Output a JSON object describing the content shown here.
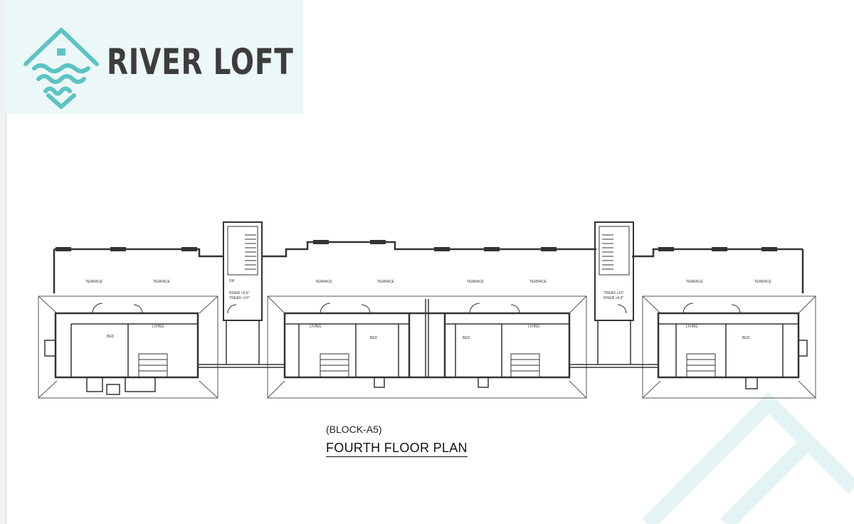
{
  "brand": {
    "name": "RIVER LOFT",
    "logo_icon": "wave-house-icon",
    "colors": {
      "logo": "#5cc3c4",
      "brand_text": "#3d3d3d",
      "header_band": "#ecf7f8"
    }
  },
  "plan": {
    "block_label": "(BLOCK-A5)",
    "title": "FOURTH FLOOR PLAN",
    "rooms": {
      "terrace": "TERRACE",
      "bed": "BED",
      "living": "LIVING",
      "dn": "DN",
      "stair_left": [
        "RISER +6.6\"",
        "TREAD +10\""
      ],
      "stair_right": [
        "TREAD +10\"",
        "RISER +6.6\""
      ]
    }
  }
}
